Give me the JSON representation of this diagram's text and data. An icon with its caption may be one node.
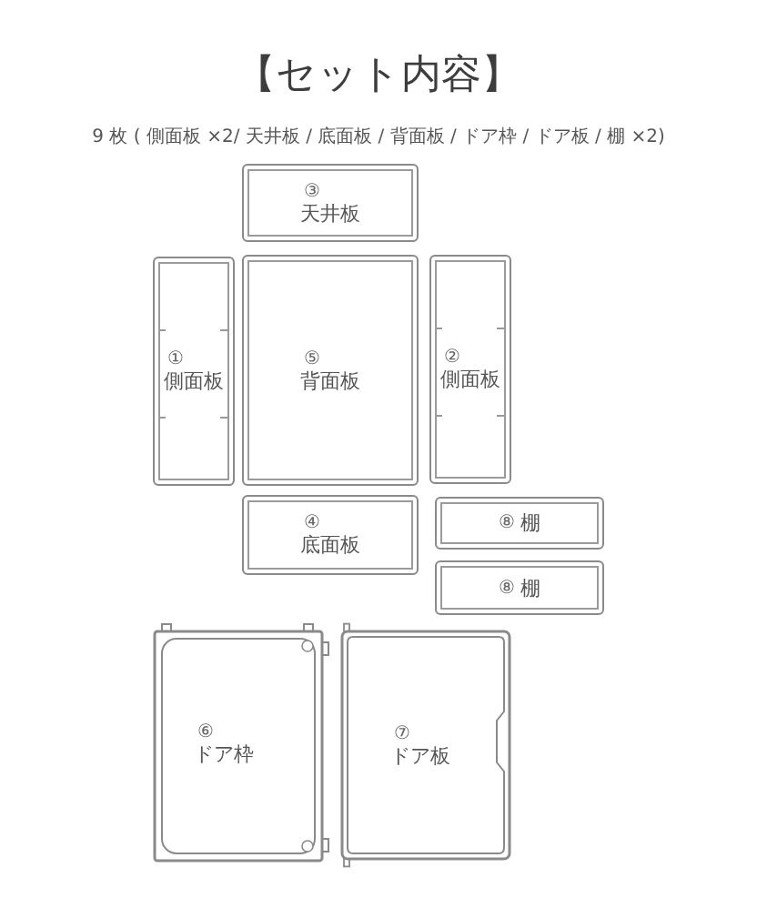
{
  "diagram": {
    "title": "【セット内容】",
    "nodes": [
      {
        "text": [
          "③",
          "天井板"
        ]
      },
      {
        "text": [
          "①",
          "側面板"
        ]
      },
      {
        "text": [
          "⑤",
          "背面板"
        ]
      },
      {
        "text": [
          "②",
          "側面板"
        ]
      },
      {
        "text": [
          "④",
          "底面板"
        ]
      },
      {
        "text": [
          "⑧",
          "棚"
        ]
      },
      {
        "text": [
          "⑧",
          "棚"
        ]
      },
      {
        "text": [
          "⑥",
          "ドア枠"
        ]
      },
      {
        "text": [
          "⑦",
          "ドア板"
        ]
      }
    ],
    "labels": [
      "9 枚 ( 側面板 ×2/ 天井板 / 底面板 / 背面板 / ドア枠 / ドア板 / 棚 ×2)"
    ]
  }
}
